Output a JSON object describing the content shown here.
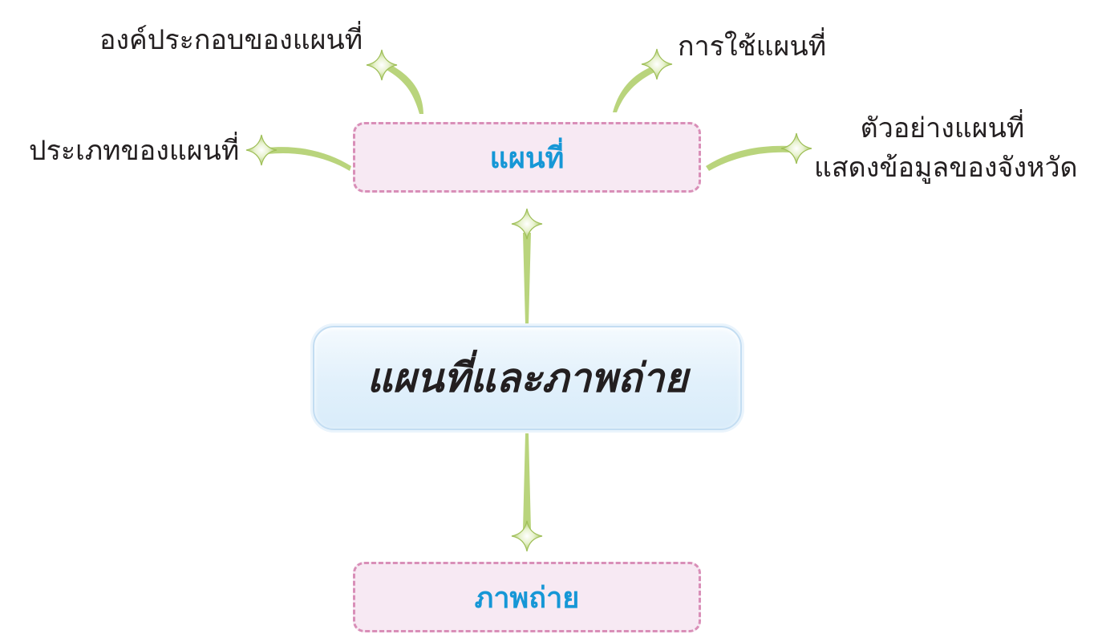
{
  "center": {
    "title": "แผนที่และภาพถ่าย"
  },
  "map_box": {
    "title": "แผนที่"
  },
  "photo_box": {
    "title": "ภาพถ่าย"
  },
  "branches": {
    "components": "องค์ประกอบของแผนที่",
    "types": "ประเภทของแผนที่",
    "usage": "การใช้แผนที่",
    "example_line1": "ตัวอย่างแผนที่",
    "example_line2": "แสดงข้อมูลของจังหวัด"
  },
  "colors": {
    "connector": "#b9d47c",
    "star_glow": "#e3efc4",
    "sub_box_fill": "#f7e9f3",
    "sub_box_border": "#d98fb8",
    "sub_title": "#1697d6",
    "center_fill": "#e1f0fb",
    "text": "#231f20"
  }
}
